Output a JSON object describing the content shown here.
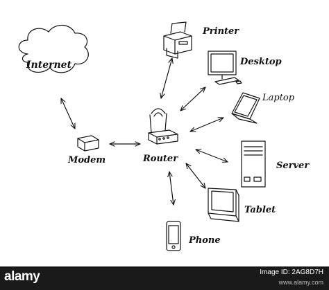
{
  "diagram": {
    "nodes": {
      "internet": "Internet",
      "modem": "Modem",
      "router": "Router",
      "printer": "Printer",
      "desktop": "Desktop",
      "laptop": "Laptop",
      "server": "Server",
      "tablet": "Tablet",
      "phone": "Phone"
    }
  },
  "stock": {
    "logo": "alamy",
    "image_id_label": "Image ID: 2AG8D7H",
    "site": "www.alamy.com"
  }
}
